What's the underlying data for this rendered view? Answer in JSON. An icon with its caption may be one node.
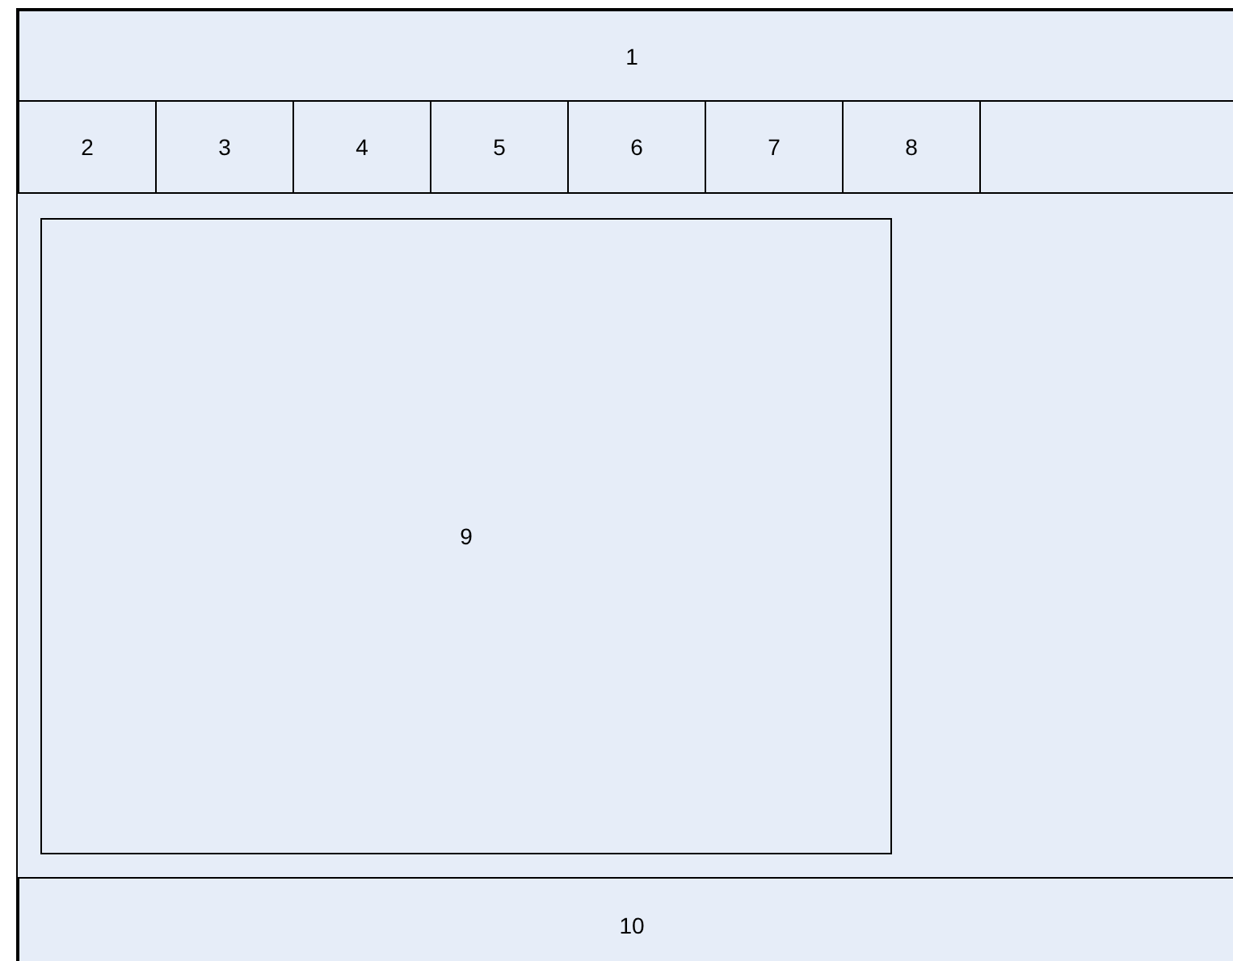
{
  "diagram": {
    "nodes": [
      {
        "text": [
          "1"
        ]
      },
      {
        "text": [
          "2"
        ]
      },
      {
        "text": [
          "3"
        ]
      },
      {
        "text": [
          "4"
        ]
      },
      {
        "text": [
          "5"
        ]
      },
      {
        "text": [
          "6"
        ]
      },
      {
        "text": [
          "7"
        ]
      },
      {
        "text": [
          "8"
        ]
      },
      {
        "text": [],
        "shape": "box"
      },
      {
        "text": [
          "9"
        ]
      },
      {
        "text": [
          "10"
        ]
      }
    ]
  }
}
